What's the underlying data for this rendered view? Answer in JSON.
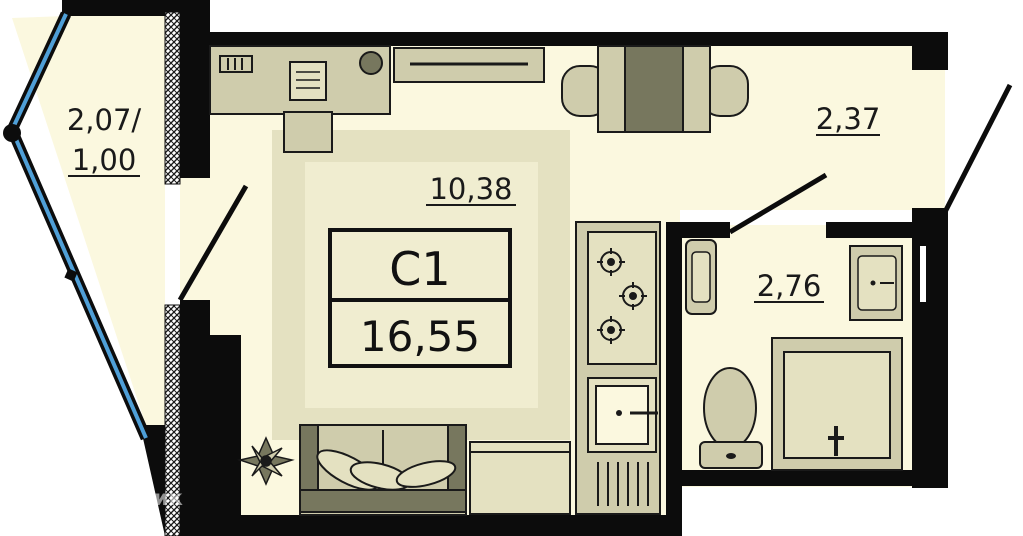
{
  "plan": {
    "apartment_type": "C1",
    "total_area": "16,55",
    "rooms": {
      "living_room_area": "10,38",
      "kitchen_area": "2,37",
      "bathroom_area": "2,76",
      "balcony_area_line1": "2,07/",
      "balcony_area_line2": "1,00"
    }
  },
  "watermark": "Домклик",
  "colors": {
    "floor": "#fbf8df",
    "wall": "#0c0c0c",
    "carpet_outer": "#e4e1c1",
    "carpet_inner": "#f0edd0",
    "furniture": "#cfccac",
    "furniture_dark": "#77775e",
    "window_glass": "#4f9fd7"
  }
}
